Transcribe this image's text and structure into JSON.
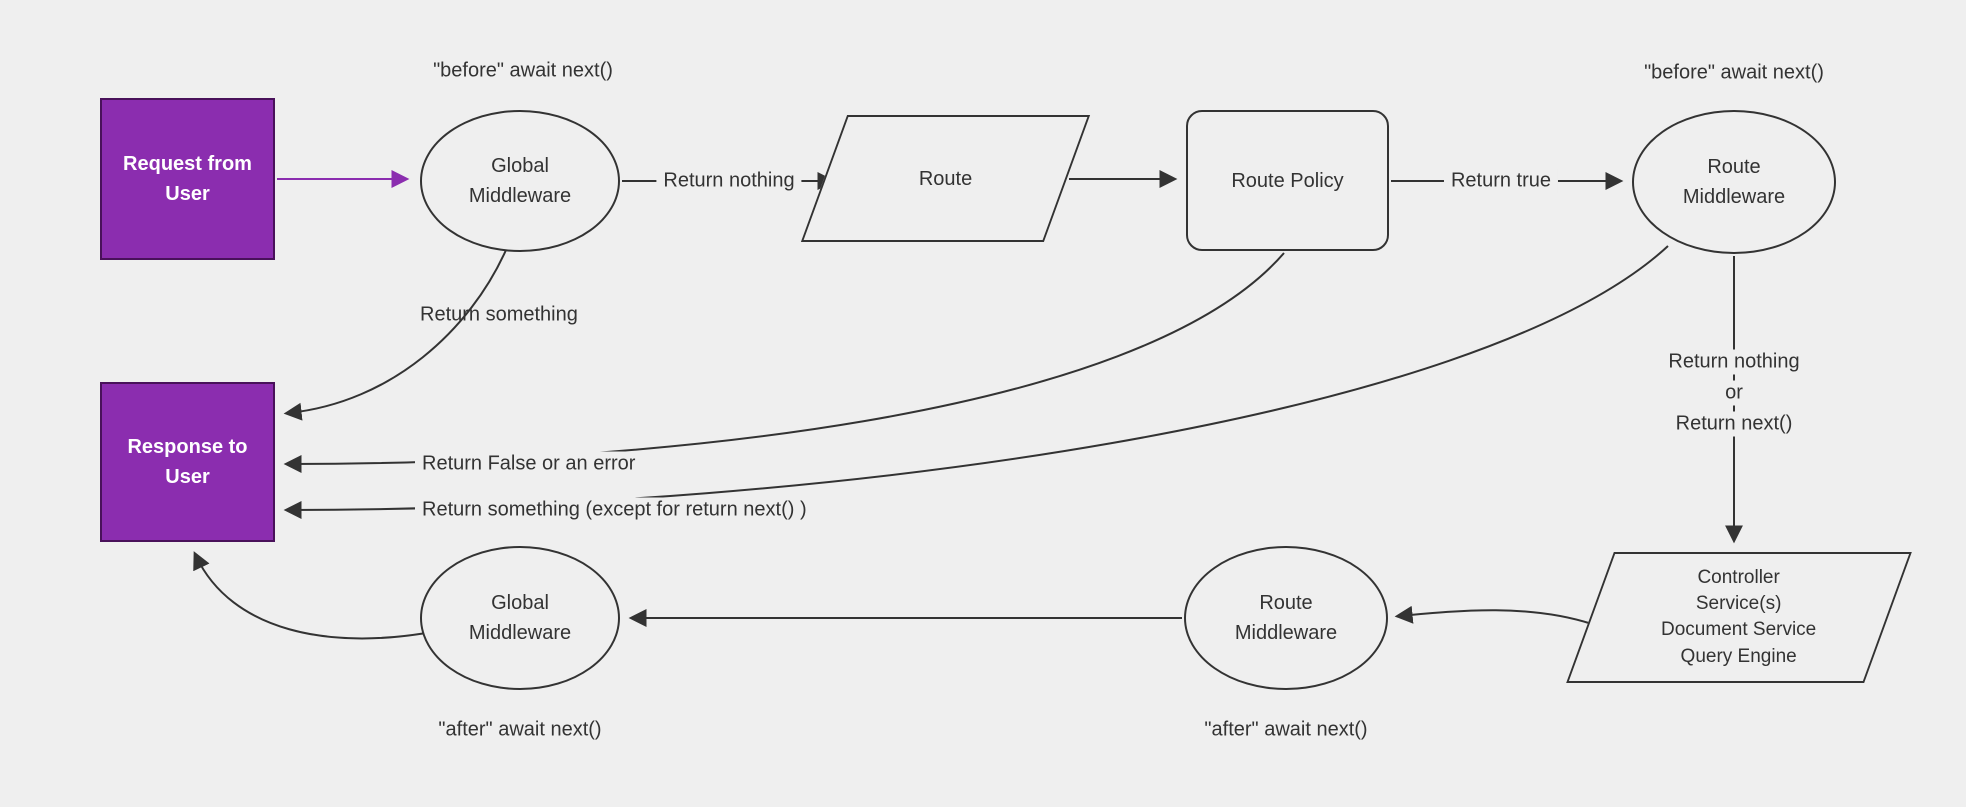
{
  "colors": {
    "background": "#efefef",
    "stroke": "#333333",
    "accent_fill": "#8b2daf",
    "accent_border": "#49115a",
    "text": "#333333",
    "text_on_accent": "#ffffff"
  },
  "nodes": {
    "request": {
      "label": "Request from User"
    },
    "global_middleware_top": {
      "label": "Global Middleware",
      "annotation": "\"before\" await next()"
    },
    "route": {
      "label": "Route"
    },
    "route_policy": {
      "label": "Route Policy"
    },
    "route_middleware_top": {
      "label": "Route Middleware",
      "annotation": "\"before\" await next()"
    },
    "controller": {
      "lines": [
        "Controller",
        "Service(s)",
        "Document Service",
        "Query Engine"
      ]
    },
    "route_middleware_bottom": {
      "label": "Route Middleware",
      "annotation": "\"after\" await next()"
    },
    "global_middleware_bottom": {
      "label": "Global Middleware",
      "annotation": "\"after\" await next()"
    },
    "response": {
      "label": "Response to User"
    }
  },
  "edge_labels": {
    "return_nothing": "Return nothing",
    "return_true": "Return true",
    "return_something": "Return something",
    "return_false_or_error": "Return False or an error",
    "return_something_except": "Return something (except for return next() )",
    "return_nothing_or_next": [
      "Return nothing",
      "or",
      "Return next()"
    ]
  }
}
